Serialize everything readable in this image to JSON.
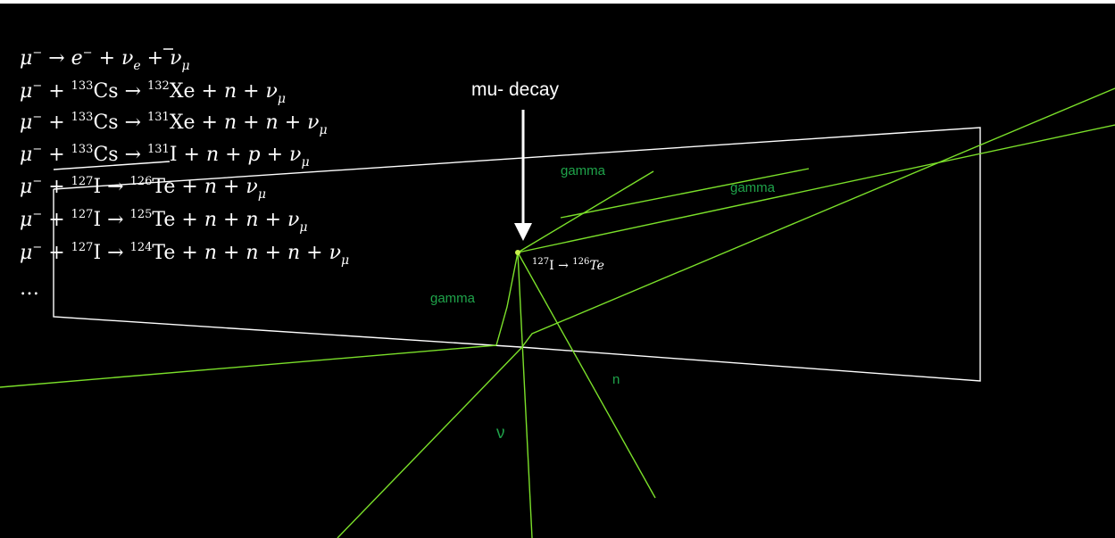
{
  "colors": {
    "background": "#000000",
    "track": "#7be02a",
    "label_green": "#1fa34a",
    "text": "#ffffff"
  },
  "reactions": {
    "r1": {
      "p1": "μ",
      "p1_sup": "−",
      "arrow": " → ",
      "p2": "e",
      "p2_sup": "−",
      "plus1": " + ",
      "p3": "ν",
      "p3_sub": "e",
      "plus2": " + ",
      "p4": "ν",
      "p4_sub": "μ"
    },
    "r2": {
      "mu": "μ",
      "mu_sup": "−",
      "plus_a": " + ",
      "target_mass": "133",
      "target": "Cs",
      "arrow": " → ",
      "product_mass": "132",
      "product": "Xe",
      "rest": " + n + ν",
      "rest_sub": "μ"
    },
    "r3": {
      "mu": "μ",
      "mu_sup": "−",
      "plus_a": " + ",
      "target_mass": "133",
      "target": "Cs",
      "arrow": " → ",
      "product_mass": "131",
      "product": "Xe",
      "rest": " + n + n + ν",
      "rest_sub": "μ"
    },
    "r4": {
      "mu": "μ",
      "mu_sup": "−",
      "plus_a": " + ",
      "target_mass": "133",
      "target": "Cs",
      "arrow": " → ",
      "product_mass": "131",
      "product": "I",
      "rest": " + n + p + ν",
      "rest_sub": "μ"
    },
    "r5": {
      "mu": "μ",
      "mu_sup": "−",
      "plus_a": " + ",
      "target_mass": "127",
      "target": "I",
      "arrow": " → ",
      "product_mass": "126",
      "product": "Te",
      "rest": " + n + ν",
      "rest_sub": "μ"
    },
    "r6": {
      "mu": "μ",
      "mu_sup": "−",
      "plus_a": " + ",
      "target_mass": "127",
      "target": "I",
      "arrow": " → ",
      "product_mass": "125",
      "product": "Te",
      "rest": " + n + n + ν",
      "rest_sub": "μ"
    },
    "r7": {
      "mu": "μ",
      "mu_sup": "−",
      "plus_a": " + ",
      "target_mass": "127",
      "target": "I",
      "arrow": " → ",
      "product_mass": "124",
      "product": "Te",
      "rest": " + n + n + n + ν",
      "rest_sub": "μ"
    },
    "ellipsis": "…"
  },
  "annotations": {
    "mu_decay": "mu- decay",
    "vertex": {
      "target_mass": "127",
      "target": "I",
      "arrow": " → ",
      "product_mass": "126",
      "product": "Te"
    },
    "gamma_top": "gamma",
    "gamma_right": "gamma",
    "gamma_left": "gamma",
    "neutron": "n",
    "neutrino": "ν"
  }
}
